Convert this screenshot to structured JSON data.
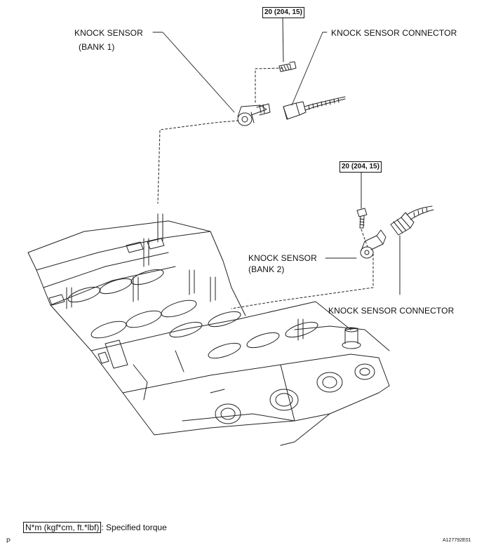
{
  "callouts": {
    "torque_top": "20 (204, 15)",
    "torque_mid": "20 (204, 15)",
    "ks_bank1_line1": "KNOCK SENSOR",
    "ks_bank1_line2": "(BANK 1)",
    "ksc_top": "KNOCK SENSOR CONNECTOR",
    "ks_bank2_line1": "KNOCK SENSOR",
    "ks_bank2_line2": "(BANK 2)",
    "ksc_bottom": "KNOCK SENSOR CONNECTOR"
  },
  "legend": {
    "unit": "N*m (kgf*cm, ft.*lbf)",
    "text": ": Specified torque"
  },
  "footer": {
    "corner_left": "P",
    "figure_id": "A127792E01"
  }
}
